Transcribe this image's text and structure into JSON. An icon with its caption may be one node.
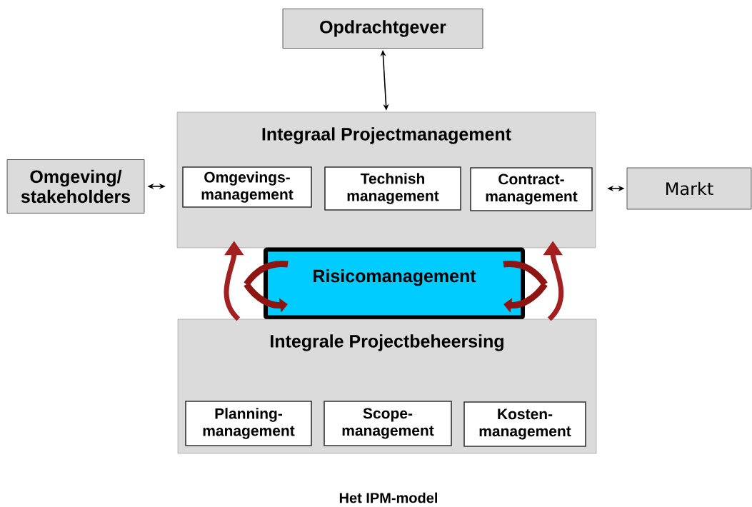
{
  "diagram": {
    "caption": "Het IPM-model",
    "nodes": [
      {
        "text": [
          "Opdrachtgever"
        ]
      },
      {
        "text": [
          "Omgeving/ stakeholders"
        ]
      },
      {
        "text": [
          "Integraal Projectmanagement"
        ]
      },
      {
        "text": [
          "Omgevings- management"
        ],
        "in": 2
      },
      {
        "text": [
          "Technish management"
        ],
        "in": 2
      },
      {
        "text": [
          "Contract- management"
        ],
        "in": 2
      },
      {
        "text": [
          "Markt"
        ]
      },
      {
        "text": [
          "Risicomanagement"
        ]
      },
      {
        "text": [
          "Integrale Projectbeheersing"
        ]
      },
      {
        "text": [
          "Planning- management"
        ],
        "in": 8
      },
      {
        "text": [
          "Scope- management"
        ],
        "in": 8
      },
      {
        "text": [
          "Kosten- management"
        ],
        "in": 8
      }
    ],
    "edges": [
      {
        "from": 0,
        "to": 2,
        "arrow": "both"
      },
      {
        "from": 1,
        "to": 2,
        "arrow": "both"
      },
      {
        "from": 2,
        "to": 6,
        "arrow": "both"
      },
      {
        "from": 8,
        "to": 2,
        "arrow": "to",
        "style": "thick",
        "color": "#a32020"
      },
      {
        "from": 8,
        "to": 2,
        "arrow": "to",
        "style": "thick",
        "color": "#a32020"
      }
    ]
  }
}
